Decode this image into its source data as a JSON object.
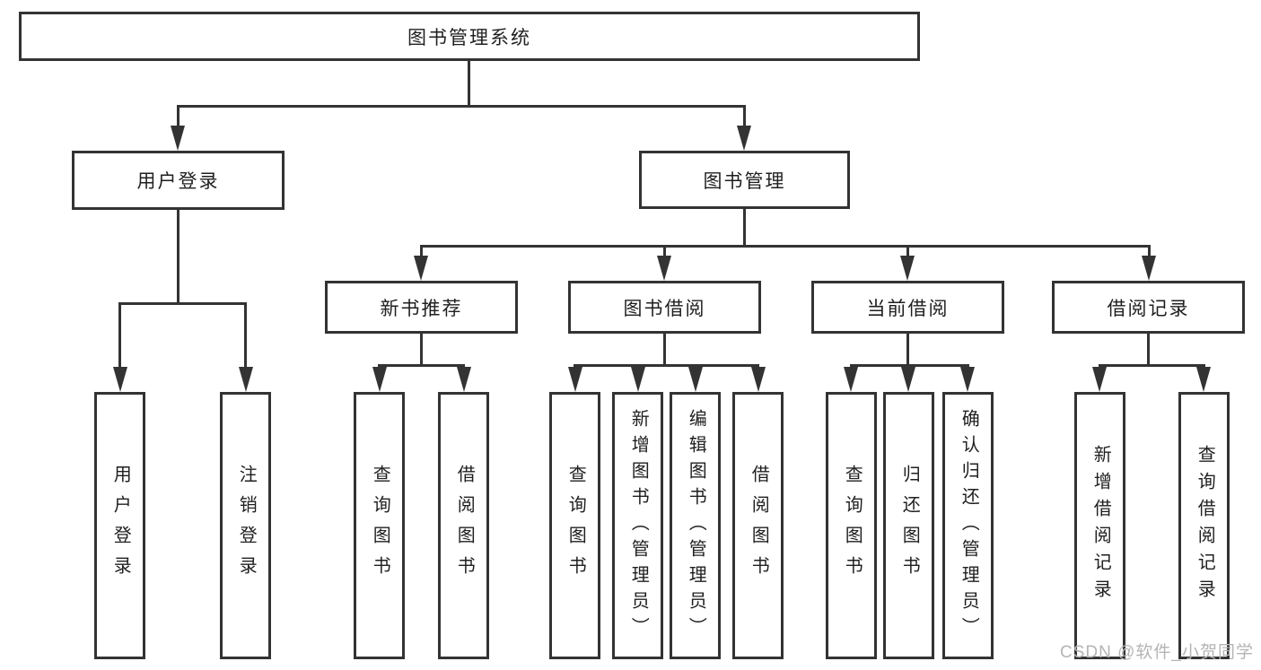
{
  "diagram_title": "图书管理系统",
  "colors": {
    "line": "#333333",
    "box_background": "#ffffff",
    "text": "#1f1f1f",
    "watermark": "#b4b4b4"
  },
  "tree": {
    "label": "图书管理系统",
    "children": [
      {
        "label": "用户登录",
        "children": [
          {
            "label": "用户登录"
          },
          {
            "label": "注销登录"
          }
        ]
      },
      {
        "label": "图书管理",
        "children": [
          {
            "label": "新书推荐",
            "children": [
              {
                "label": "查询图书"
              },
              {
                "label": "借阅图书"
              }
            ]
          },
          {
            "label": "图书借阅",
            "children": [
              {
                "label": "查询图书"
              },
              {
                "label": "新增图书（管理员）"
              },
              {
                "label": "编辑图书（管理员）"
              },
              {
                "label": "借阅图书"
              }
            ]
          },
          {
            "label": "当前借阅",
            "children": [
              {
                "label": "查询图书"
              },
              {
                "label": "归还图书"
              },
              {
                "label": "确认归还（管理员）"
              }
            ]
          },
          {
            "label": "借阅记录",
            "children": [
              {
                "label": "新增借阅记录"
              },
              {
                "label": "查询借阅记录"
              }
            ]
          }
        ]
      }
    ]
  },
  "watermark": {
    "text": "CSDN @软件_小贺同学"
  }
}
